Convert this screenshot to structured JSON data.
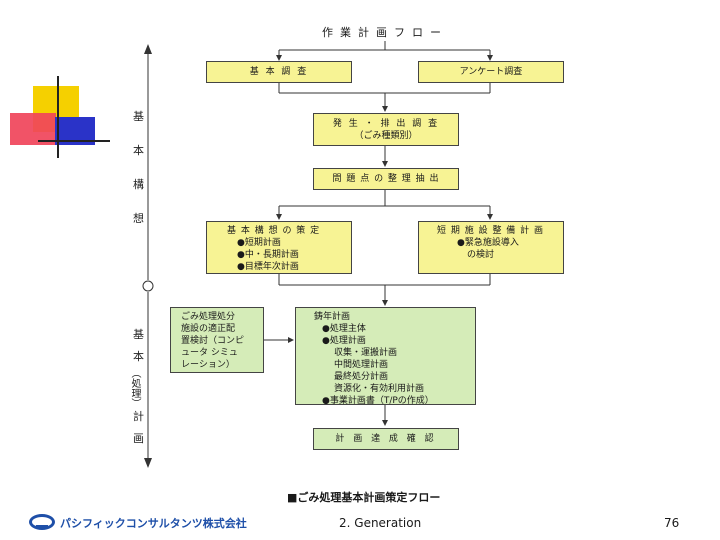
{
  "flow_title": "作業計画フロー",
  "side_labels": {
    "basic_concept": [
      "基",
      "本",
      "構",
      "想"
    ],
    "basic_plan": [
      "基",
      "本",
      "（処理）",
      "計",
      "画"
    ]
  },
  "boxes": {
    "survey": "基 本 調 査",
    "questionnaire": "アンケート調査",
    "generation": [
      "発 生 ・ 排 出 調 査",
      "（ごみ種類別）"
    ],
    "issues": "問 題 点 の 整 理 抽 出",
    "concept": {
      "title": "基 本 構 想 の 策 定",
      "items": [
        "●短期計画",
        "●中・長期計画",
        "●目標年次計画"
      ]
    },
    "short_term": {
      "title": "短 期 施 設 整 備 計 画",
      "items": [
        "●緊急施設導入",
        "の検討"
      ]
    },
    "facility": [
      "ごみ処理処分",
      "施設の適正配",
      "置検討（コンピ",
      "ュータ シミュ",
      "レーション）"
    ],
    "annual_plan": {
      "title": "鋳年計画",
      "items": [
        "●処理主体",
        "●処理計画",
        "収集・運搬計画",
        "中間処理計画",
        "最終処分計画",
        "資源化・有効利用計画",
        "●事業計画書（T/Pの作成）"
      ]
    },
    "completion": "計 画 達 成 確 認"
  },
  "caption": "■ごみ処理基本計画策定フロー",
  "footer": {
    "company": "パシフィックコンサルタンツ株式会社",
    "section": "2. Generation",
    "page": "76"
  },
  "colors": {
    "yellow_box": "#f7f394",
    "green_box": "#d5ecb8",
    "deco_yellow": "#f5d000",
    "deco_red": "#f0445a",
    "deco_blue": "#2a33c8"
  }
}
